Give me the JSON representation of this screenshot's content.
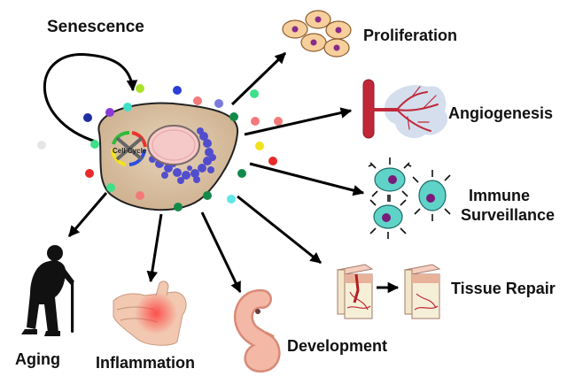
{
  "diagram": {
    "center": {
      "label": "Senescence",
      "inner_label": "Cell Cycle"
    },
    "outcomes": [
      {
        "id": "proliferation",
        "label": "Proliferation",
        "icon": "proliferating-cells-icon"
      },
      {
        "id": "angiogenesis",
        "label": "Angiogenesis",
        "icon": "blood-vessel-icon"
      },
      {
        "id": "immune",
        "label_line1": "Immune",
        "label_line2": "Surveillance",
        "icon": "immune-cells-icon"
      },
      {
        "id": "tissue-repair",
        "label": "Tissue Repair",
        "icon": "skin-tissue-icon"
      },
      {
        "id": "development",
        "label": "Development",
        "icon": "embryo-icon"
      },
      {
        "id": "inflammation",
        "label": "Inflammation",
        "icon": "inflamed-hand-icon"
      },
      {
        "id": "aging",
        "label": "Aging",
        "icon": "elderly-person-icon"
      }
    ],
    "colors": {
      "cell_body": "#d9bfa0",
      "nucleus": "#f6c9c9",
      "chromatin": "#3a3ad6",
      "proliferation_cell": "#f6cf9c",
      "immune_cell": "#5fd3c8",
      "vessel": "#c0283a",
      "arrow": "#000000"
    }
  }
}
